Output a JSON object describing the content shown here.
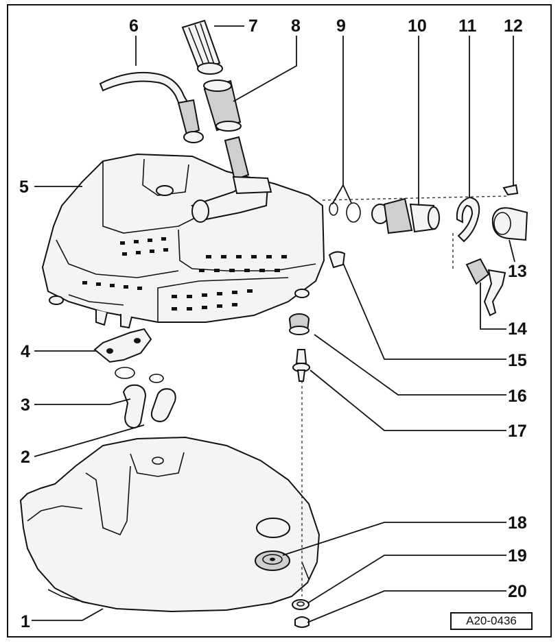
{
  "callouts": [
    {
      "id": "1",
      "label": "1"
    },
    {
      "id": "2",
      "label": "2"
    },
    {
      "id": "3",
      "label": "3"
    },
    {
      "id": "4",
      "label": "4"
    },
    {
      "id": "5",
      "label": "5"
    },
    {
      "id": "6",
      "label": "6"
    },
    {
      "id": "7",
      "label": "7"
    },
    {
      "id": "8",
      "label": "8"
    },
    {
      "id": "9",
      "label": "9"
    },
    {
      "id": "10",
      "label": "10"
    },
    {
      "id": "11",
      "label": "11"
    },
    {
      "id": "12",
      "label": "12"
    },
    {
      "id": "13",
      "label": "13"
    },
    {
      "id": "14",
      "label": "14"
    },
    {
      "id": "15",
      "label": "15"
    },
    {
      "id": "16",
      "label": "16"
    },
    {
      "id": "17",
      "label": "17"
    },
    {
      "id": "18",
      "label": "18"
    },
    {
      "id": "19",
      "label": "19"
    },
    {
      "id": "20",
      "label": "20"
    }
  ],
  "reference_code": "A20-0436"
}
